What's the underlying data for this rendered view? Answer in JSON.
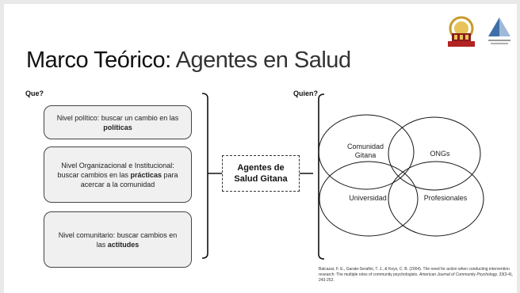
{
  "title": {
    "bold_part": "Marco Teórico:",
    "light_part": " Agentes en Salud"
  },
  "labels": {
    "que": "Que?",
    "quien": "Quien?"
  },
  "left_boxes": [
    {
      "text_before": "Nivel político: buscar un cambio en las ",
      "bold": "políticas",
      "text_after": ""
    },
    {
      "text_before": "Nivel Organizacional e Institucional: buscar cambios en las ",
      "bold": "prácticas",
      "text_after": " para acercar a la comunidad"
    },
    {
      "text_before": "Nivel comunitario: buscar cambios en las ",
      "bold": "actitudes",
      "text_after": ""
    }
  ],
  "center": {
    "line1": "Agentes de",
    "line2": "Salud Gitana"
  },
  "venn": {
    "comunidad_line1": "Comunidad",
    "comunidad_line2": "Gitana",
    "ongs": "ONGs",
    "universidad": "Universidad",
    "profesionales": "Profesionales"
  },
  "citation": {
    "text_before": "Balcazar, F. E., Garate-Serafini, T. J., & Keys, C. B. (2004). The need for action when conducting intervention research: The multiple roles of community psychologists. ",
    "journal": "American Journal of Community Psychology, 33",
    "text_after": "(3-4), 243-252."
  },
  "logos": {
    "logo1_icon": "university-crest-icon",
    "logo2_icon": "triangle-logo-icon"
  },
  "colors": {
    "box_fill": "#f0f0f0",
    "line": "#111111"
  }
}
